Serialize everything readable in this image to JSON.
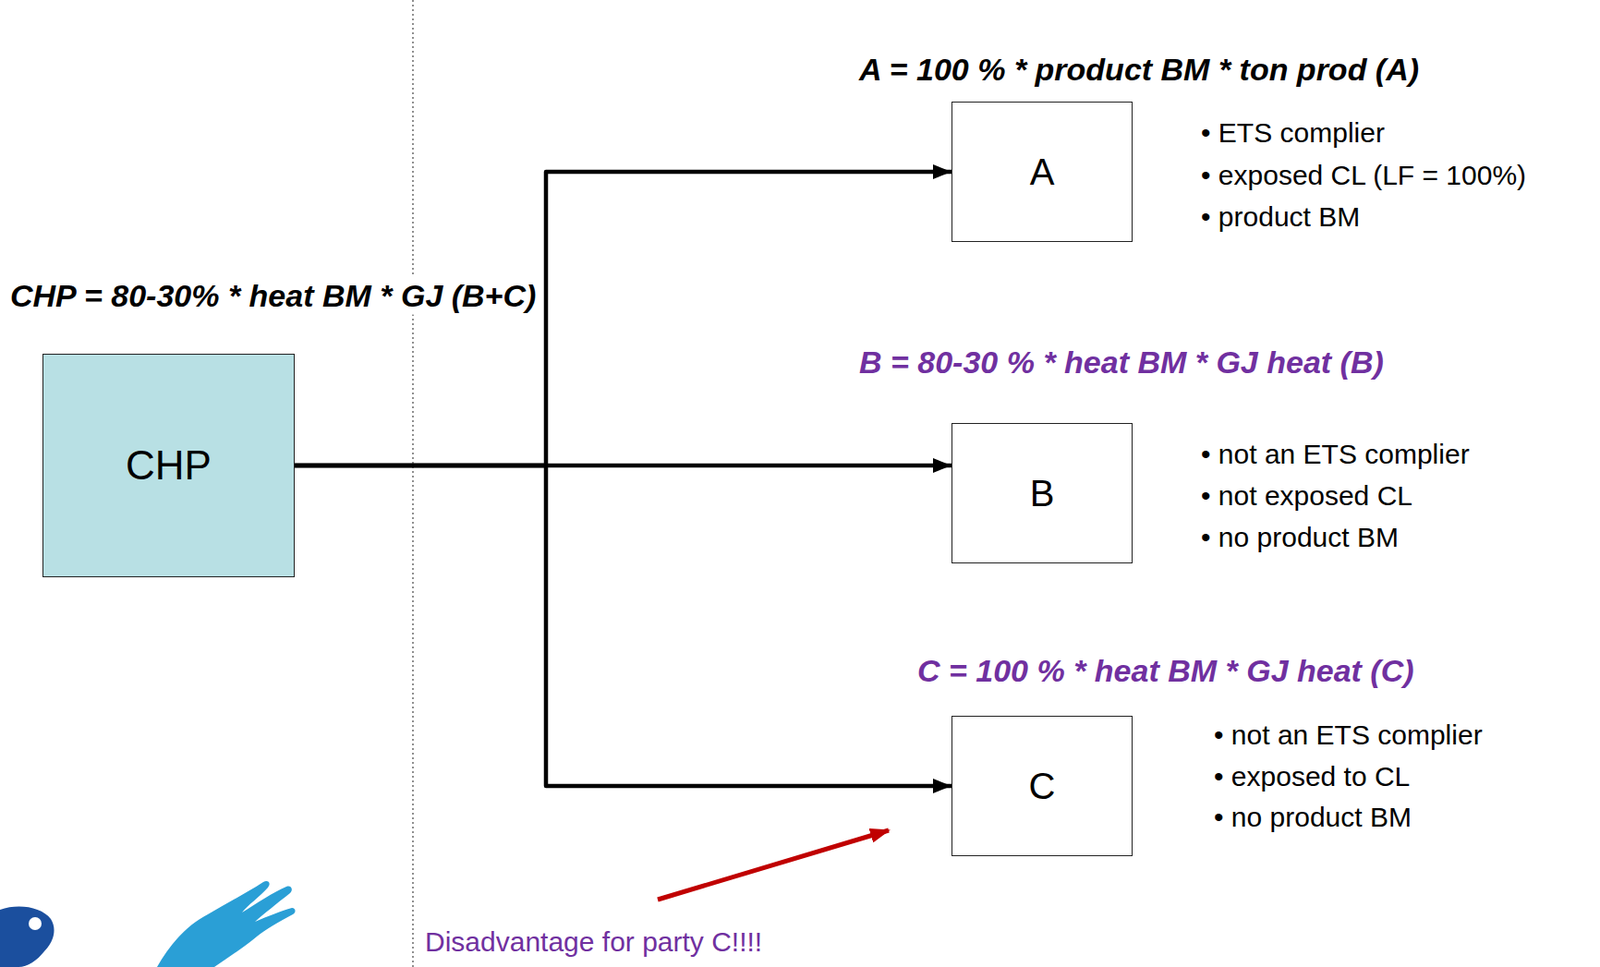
{
  "diagram": {
    "nodes": [
      {
        "text": [
          "CHP"
        ]
      },
      {
        "text": [
          "A"
        ]
      },
      {
        "text": [
          "B"
        ]
      },
      {
        "text": [
          "C"
        ]
      }
    ],
    "edges": [
      {
        "from": 0,
        "to": 1,
        "arrow": "to"
      },
      {
        "from": 0,
        "to": 2,
        "arrow": "to"
      },
      {
        "from": 0,
        "to": 3,
        "arrow": "to"
      }
    ],
    "labels": [
      "A = 100 % * product BM * ton prod (A)",
      "• ETS complier",
      "• exposed CL (LF = 100%)",
      "• product BM",
      "CHP = 80-30% * heat BM * GJ (B+C)",
      "B = 80-30 % * heat BM * GJ heat (B)",
      "• not an ETS complier",
      "• not exposed CL",
      "• no product BM",
      "C = 100 % * heat BM * GJ heat (C)",
      "• not an ETS complier",
      "• exposed to CL",
      "• no product BM",
      "Disadvantage for party C!!!!"
    ]
  }
}
